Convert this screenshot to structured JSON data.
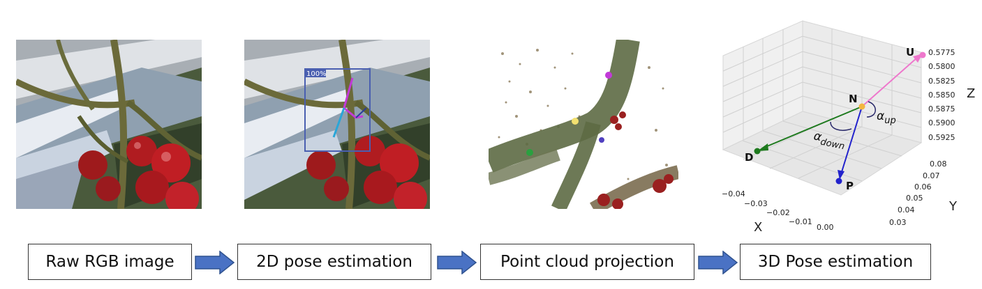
{
  "stages": [
    {
      "label": "Raw RGB image"
    },
    {
      "label": "2D pose estimation"
    },
    {
      "label": "Point cloud projection"
    },
    {
      "label": "3D Pose estimation"
    }
  ],
  "detection": {
    "confidence_label": "100%"
  },
  "plot3d": {
    "points": {
      "U": "U",
      "N": "N",
      "D": "D",
      "P": "P"
    },
    "angle_up": {
      "symbol": "α",
      "subscript": "up"
    },
    "angle_down": {
      "symbol": "α",
      "subscript": "down"
    },
    "axis_labels": {
      "x": "X",
      "y": "Y",
      "z": "Z"
    },
    "z_ticks": [
      "0.5775",
      "0.5800",
      "0.5825",
      "0.5850",
      "0.5875",
      "0.5900",
      "0.5925"
    ],
    "y_ticks": [
      "0.08",
      "0.07",
      "0.06",
      "0.05",
      "0.04",
      "0.03"
    ],
    "x_ticks": [
      "−0.04",
      "−0.03",
      "−0.02",
      "−0.01",
      "0.00"
    ],
    "colors": {
      "U": "#ee77cc",
      "N": "#f2b640",
      "D": "#1e7a1e",
      "P": "#2222cc"
    }
  },
  "colors": {
    "arrow_fill": "#4a72c4",
    "arrow_stroke": "#2f528f",
    "bbox": "#4a5fb0"
  }
}
